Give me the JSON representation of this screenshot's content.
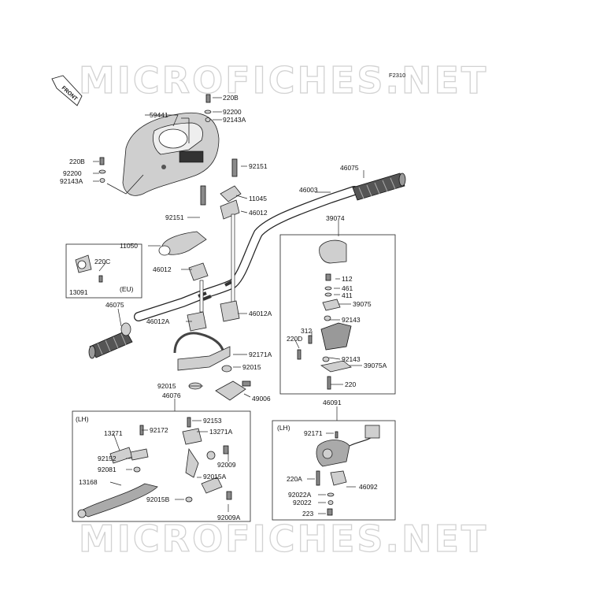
{
  "watermark": {
    "top": "MICROFICHES.NET",
    "bottom": "MICROFICHES.NET"
  },
  "figure_code": "F2310",
  "front_label": "FRONT",
  "groups": {
    "left_lever": "(LH)",
    "right_switch": "(LH)",
    "eu_note": "(EU)"
  },
  "labels": {
    "p220B_a": "220B",
    "p92200_a": "92200",
    "p92143A_a": "92143A",
    "p59441": "59441",
    "p220B_b": "220B",
    "p92200_b": "92200",
    "p92143A_b": "92143A",
    "p92151_a": "92151",
    "p11045": "11045",
    "p46012_a": "46012",
    "p46075_r": "46075",
    "p46003": "46003",
    "p39074": "39074",
    "p92151_b": "92151",
    "p11050": "11050",
    "p46012_b": "46012",
    "p220C": "220C",
    "p13091": "13091",
    "p46075_l": "46075",
    "p46012A_l": "46012A",
    "p46012A_r": "46012A",
    "p92171A": "92171A",
    "p92015_a": "92015",
    "p92015_b": "92015",
    "p49006": "49006",
    "p46076": "46076",
    "p46091": "46091",
    "p112": "112",
    "p461": "461",
    "p411": "411",
    "p39075": "39075",
    "p312": "312",
    "p92143_a": "92143",
    "p220D": "220D",
    "p92143_b": "92143",
    "p39075A": "39075A",
    "p220": "220",
    "p92153": "92153",
    "p13271": "13271",
    "p92172": "92172",
    "p13271A": "13271A",
    "p92152": "92152",
    "p92081": "92081",
    "p92009": "92009",
    "p92015A": "92015A",
    "p13168": "13168",
    "p92015B": "92015B",
    "p92009A": "92009A",
    "p92171": "92171",
    "p220A": "220A",
    "p92092": "46092",
    "p92022A": "92022A",
    "p92022": "92022",
    "p223": "223"
  }
}
